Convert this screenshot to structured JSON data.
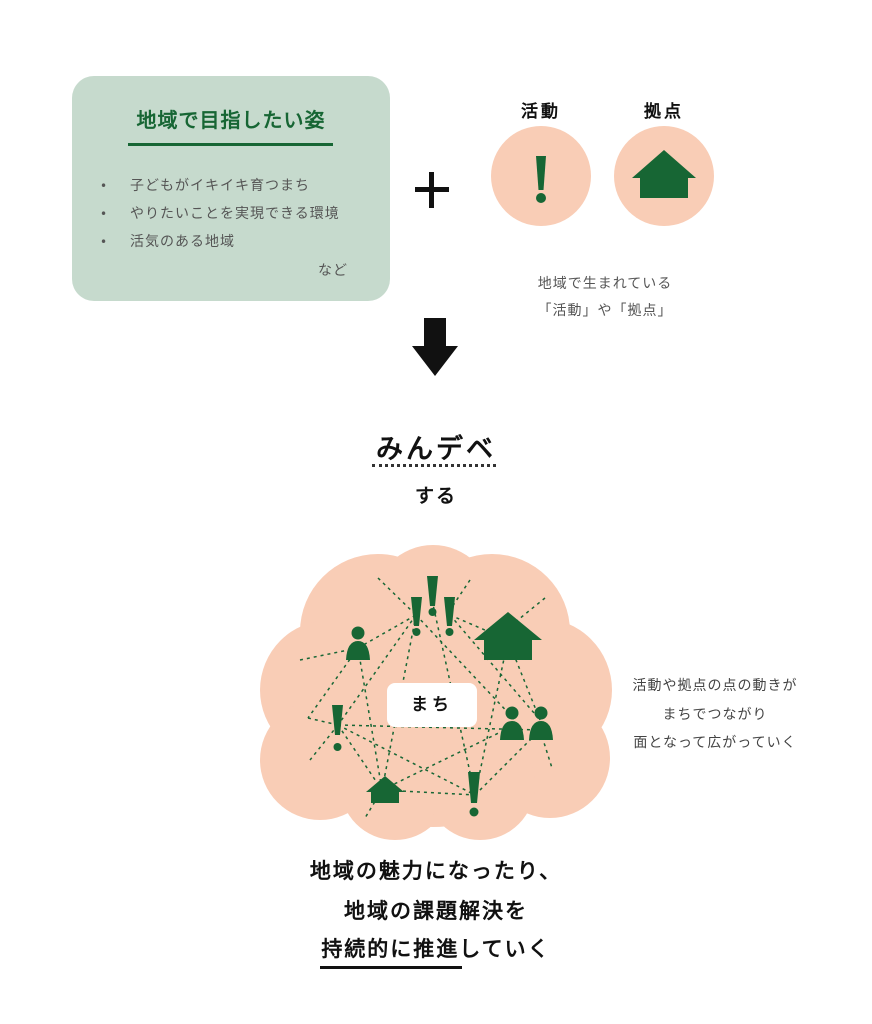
{
  "goal_card": {
    "title": "地域で目指したい姿",
    "items": [
      "子どもがイキイキ育つまち",
      "やりたいことを実現できる環境",
      "活気のある地域"
    ],
    "etc": "など",
    "bullet": "•"
  },
  "categories": [
    {
      "label": "活動",
      "icon": "exclamation-icon"
    },
    {
      "label": "拠点",
      "icon": "house-icon"
    }
  ],
  "categories_caption": [
    "地域で生まれている",
    "「活動」や「拠点」"
  ],
  "action": {
    "main": "みんデベ",
    "sub": "する"
  },
  "network": {
    "center_label": "まち"
  },
  "side_caption": [
    "活動や拠点の点の動きが",
    "まちでつながり",
    "面となって広がっていく"
  ],
  "bottom": [
    "地域の魅力になったり、",
    "地域の課題解決を",
    "持続的に推進していく"
  ],
  "colors": {
    "green": "#176634",
    "peach": "#f9cdb6",
    "mint": "#c6dacd",
    "text": "#111111"
  }
}
